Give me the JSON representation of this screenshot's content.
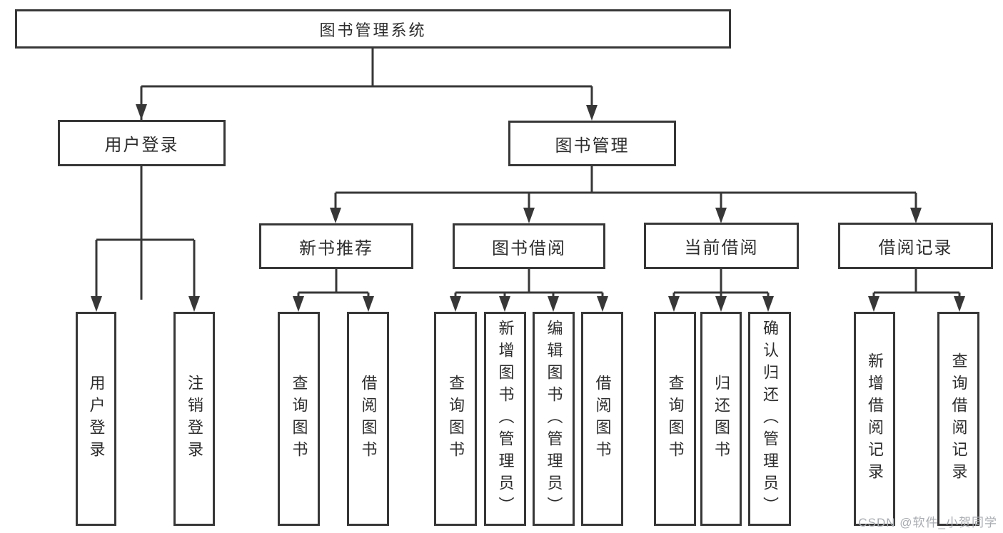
{
  "diagram": {
    "type": "functional-structure-tree",
    "title": "图书管理系统",
    "watermark": "CSDN @软件_小贺同学",
    "colors": {
      "line": "#373737",
      "box_border": "#373737",
      "box_background": "#ffffff",
      "text": "#2d2d2d",
      "watermark": "#a9acb1",
      "background": "#ffffff"
    },
    "nodes": {
      "root": "图书管理系统",
      "login": "用户登录",
      "mgmt": "图书管理",
      "newbook": "新书推荐",
      "bookborrow": "图书借阅",
      "current": "当前借阅",
      "record": "借阅记录",
      "user_login": "用户登录",
      "logout": "注销登录",
      "nb_query": "查询图书",
      "nb_borrow": "借阅图书",
      "bb_query": "查询图书",
      "bb_add": "新增图书（管理员）",
      "bb_edit": "编辑图书（管理员）",
      "bb_borrow": "借阅图书",
      "cb_query": "查询图书",
      "cb_return": "归还图书",
      "cb_confirm": "确认归还（管理员）",
      "rec_add": "新增借阅记录",
      "rec_query": "查询借阅记录"
    },
    "hierarchy": {
      "图书管理系统": {
        "用户登录": [
          "用户登录",
          "注销登录"
        ],
        "图书管理": {
          "新书推荐": [
            "查询图书",
            "借阅图书"
          ],
          "图书借阅": [
            "查询图书",
            "新增图书（管理员）",
            "编辑图书（管理员）",
            "借阅图书"
          ],
          "当前借阅": [
            "查询图书",
            "归还图书",
            "确认归还（管理员）"
          ],
          "借阅记录": [
            "新增借阅记录",
            "查询借阅记录"
          ]
        }
      }
    }
  }
}
